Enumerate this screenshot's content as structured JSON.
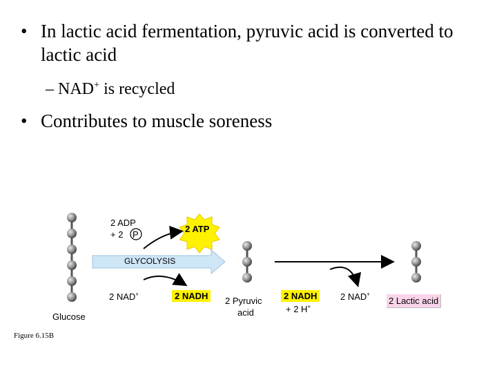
{
  "bullets": {
    "b1_bullet": "•",
    "b1_text": "In lactic acid fermentation, pyruvic acid is converted to lactic acid",
    "sub_dash": "–",
    "sub_nad": "NAD",
    "sub_sup": "+",
    "sub_rest": " is recycled",
    "b2_bullet": "•",
    "b2_text": "Contributes to muscle soreness"
  },
  "diagram": {
    "adp": "2 ADP",
    "plus2": "+ 2",
    "p": "P",
    "atp": "2 ATP",
    "glycolysis": "GLYCOLYSIS",
    "nad_left": "2 NAD",
    "nad_left_sup": "+",
    "nadh_left": "2 NADH",
    "glucose": "Glucose",
    "pyruvic": "2 Pyruvic",
    "pyruvic2": "acid",
    "nadh_right": "2 NADH",
    "h_plus": "+ 2 H",
    "h_plus_sup": "+",
    "nad_right": "2 NAD",
    "nad_right_sup": "+",
    "lactic": "2 Lactic acid"
  },
  "figure_caption": "Figure 6.15B",
  "colors": {
    "atp_star": "#fff200",
    "nadh_box": "#fff200",
    "glycolysis_arrow": "#cfe6f7",
    "lactic_box": "#f9d4ea",
    "molecule": "#888888"
  }
}
